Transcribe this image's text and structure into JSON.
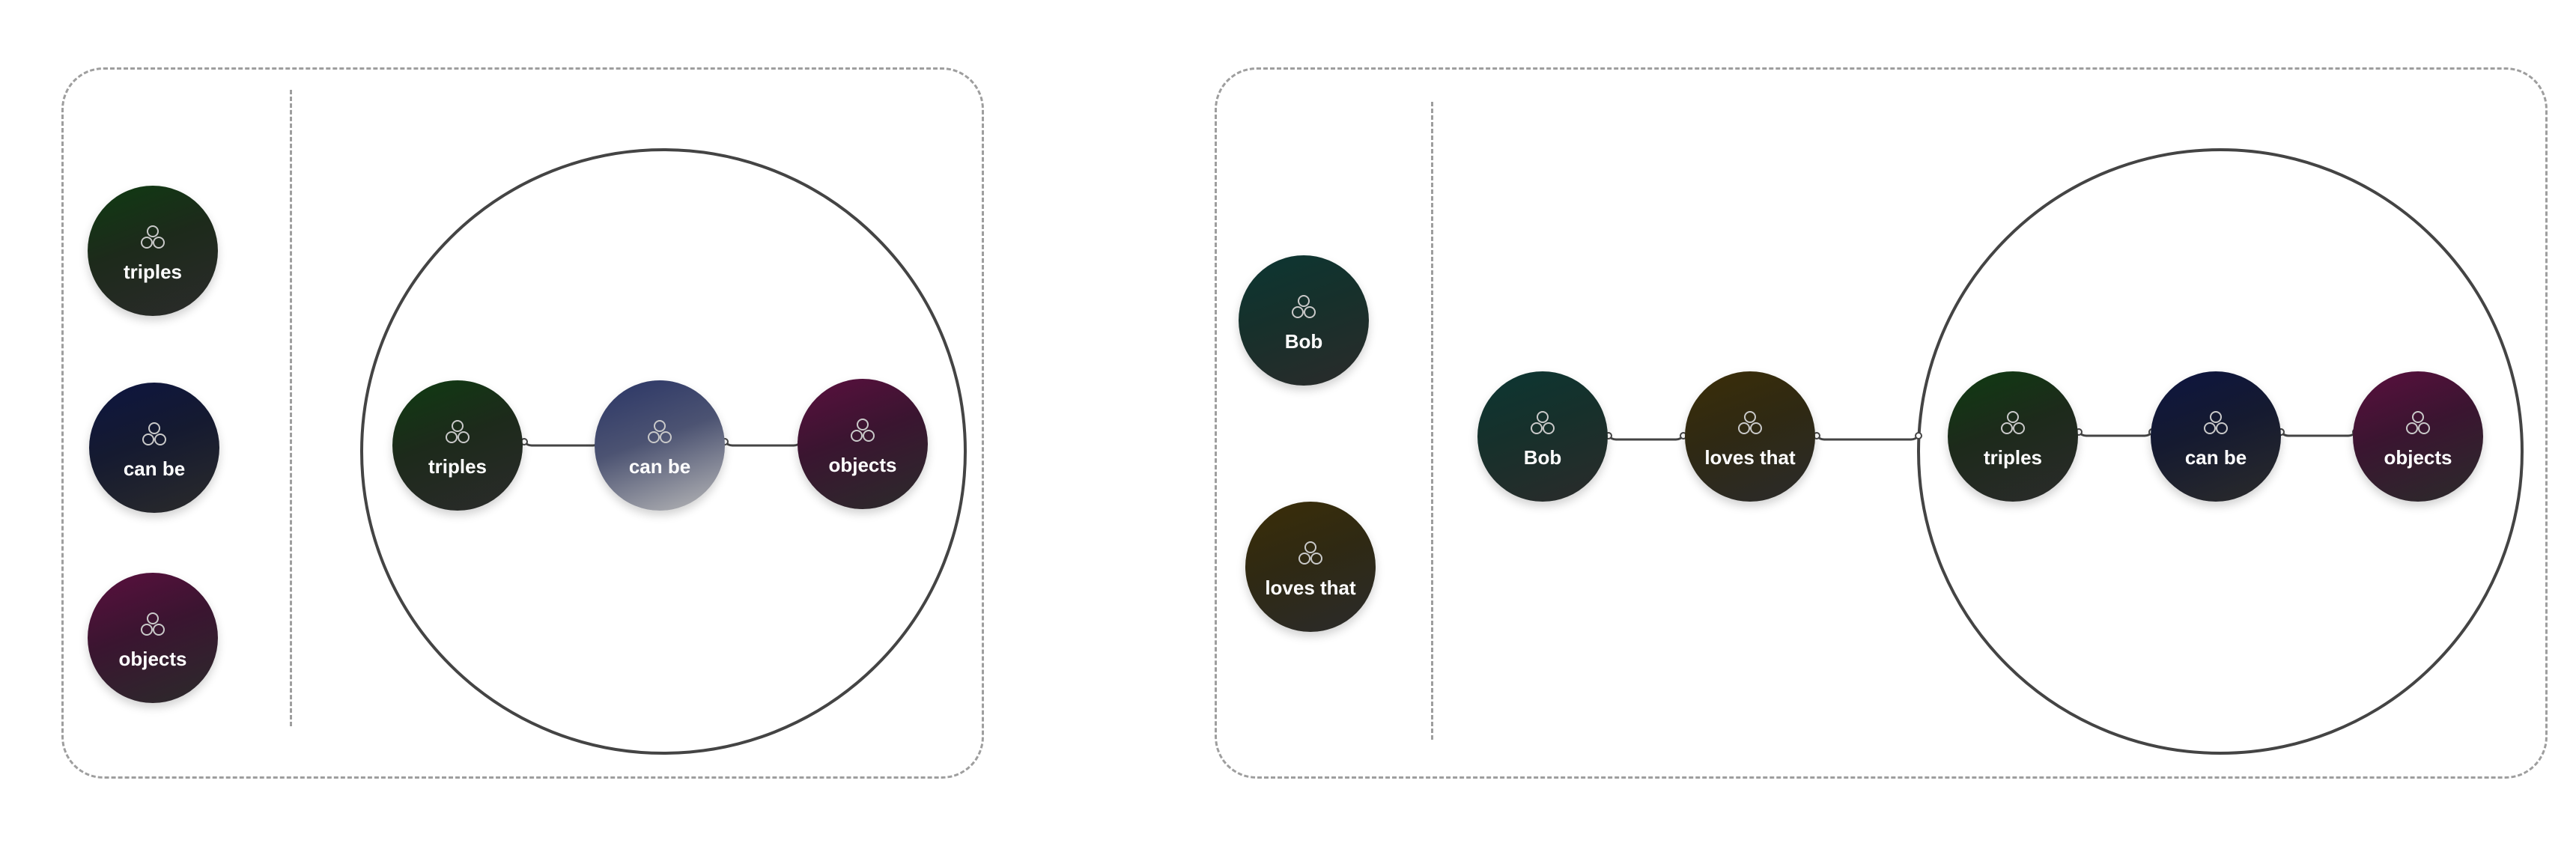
{
  "icon": "triple-circles-icon",
  "colors": {
    "line": "#444444",
    "panel_border": "#9e9e9e",
    "green": "#0f3b12",
    "navy": "#0d1540",
    "maroon": "#5a0f3e",
    "teal": "#0c3632",
    "olive": "#3b2e08"
  },
  "left_panel": {
    "palette": [
      {
        "label": "triples"
      },
      {
        "label": "can be"
      },
      {
        "label": "objects"
      }
    ],
    "group": [
      {
        "label": "triples"
      },
      {
        "label": "can be"
      },
      {
        "label": "objects"
      }
    ]
  },
  "right_panel": {
    "palette": [
      {
        "label": "Bob"
      },
      {
        "label": "loves that"
      }
    ],
    "chain": [
      {
        "label": "Bob"
      },
      {
        "label": "loves that"
      }
    ],
    "group": [
      {
        "label": "triples"
      },
      {
        "label": "can be"
      },
      {
        "label": "objects"
      }
    ]
  }
}
